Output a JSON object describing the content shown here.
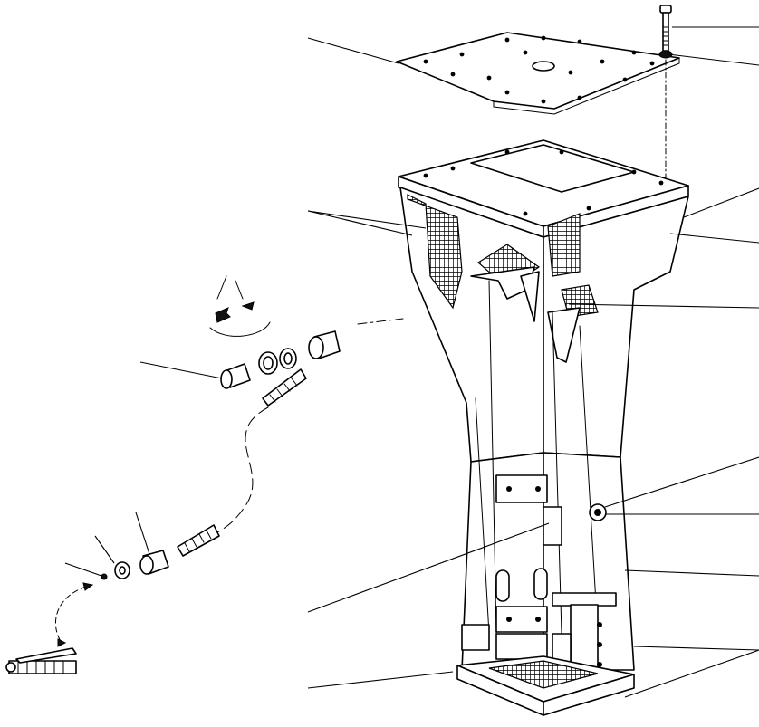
{
  "figure": {
    "kind": "exploded-parts-diagram",
    "main_part": "frame column",
    "callout_count": 13
  },
  "colors": {
    "ink": "#000000",
    "paper": "#ffffff"
  },
  "icons": [
    "rotation-arrows-icon",
    "hand-tool-icon"
  ]
}
